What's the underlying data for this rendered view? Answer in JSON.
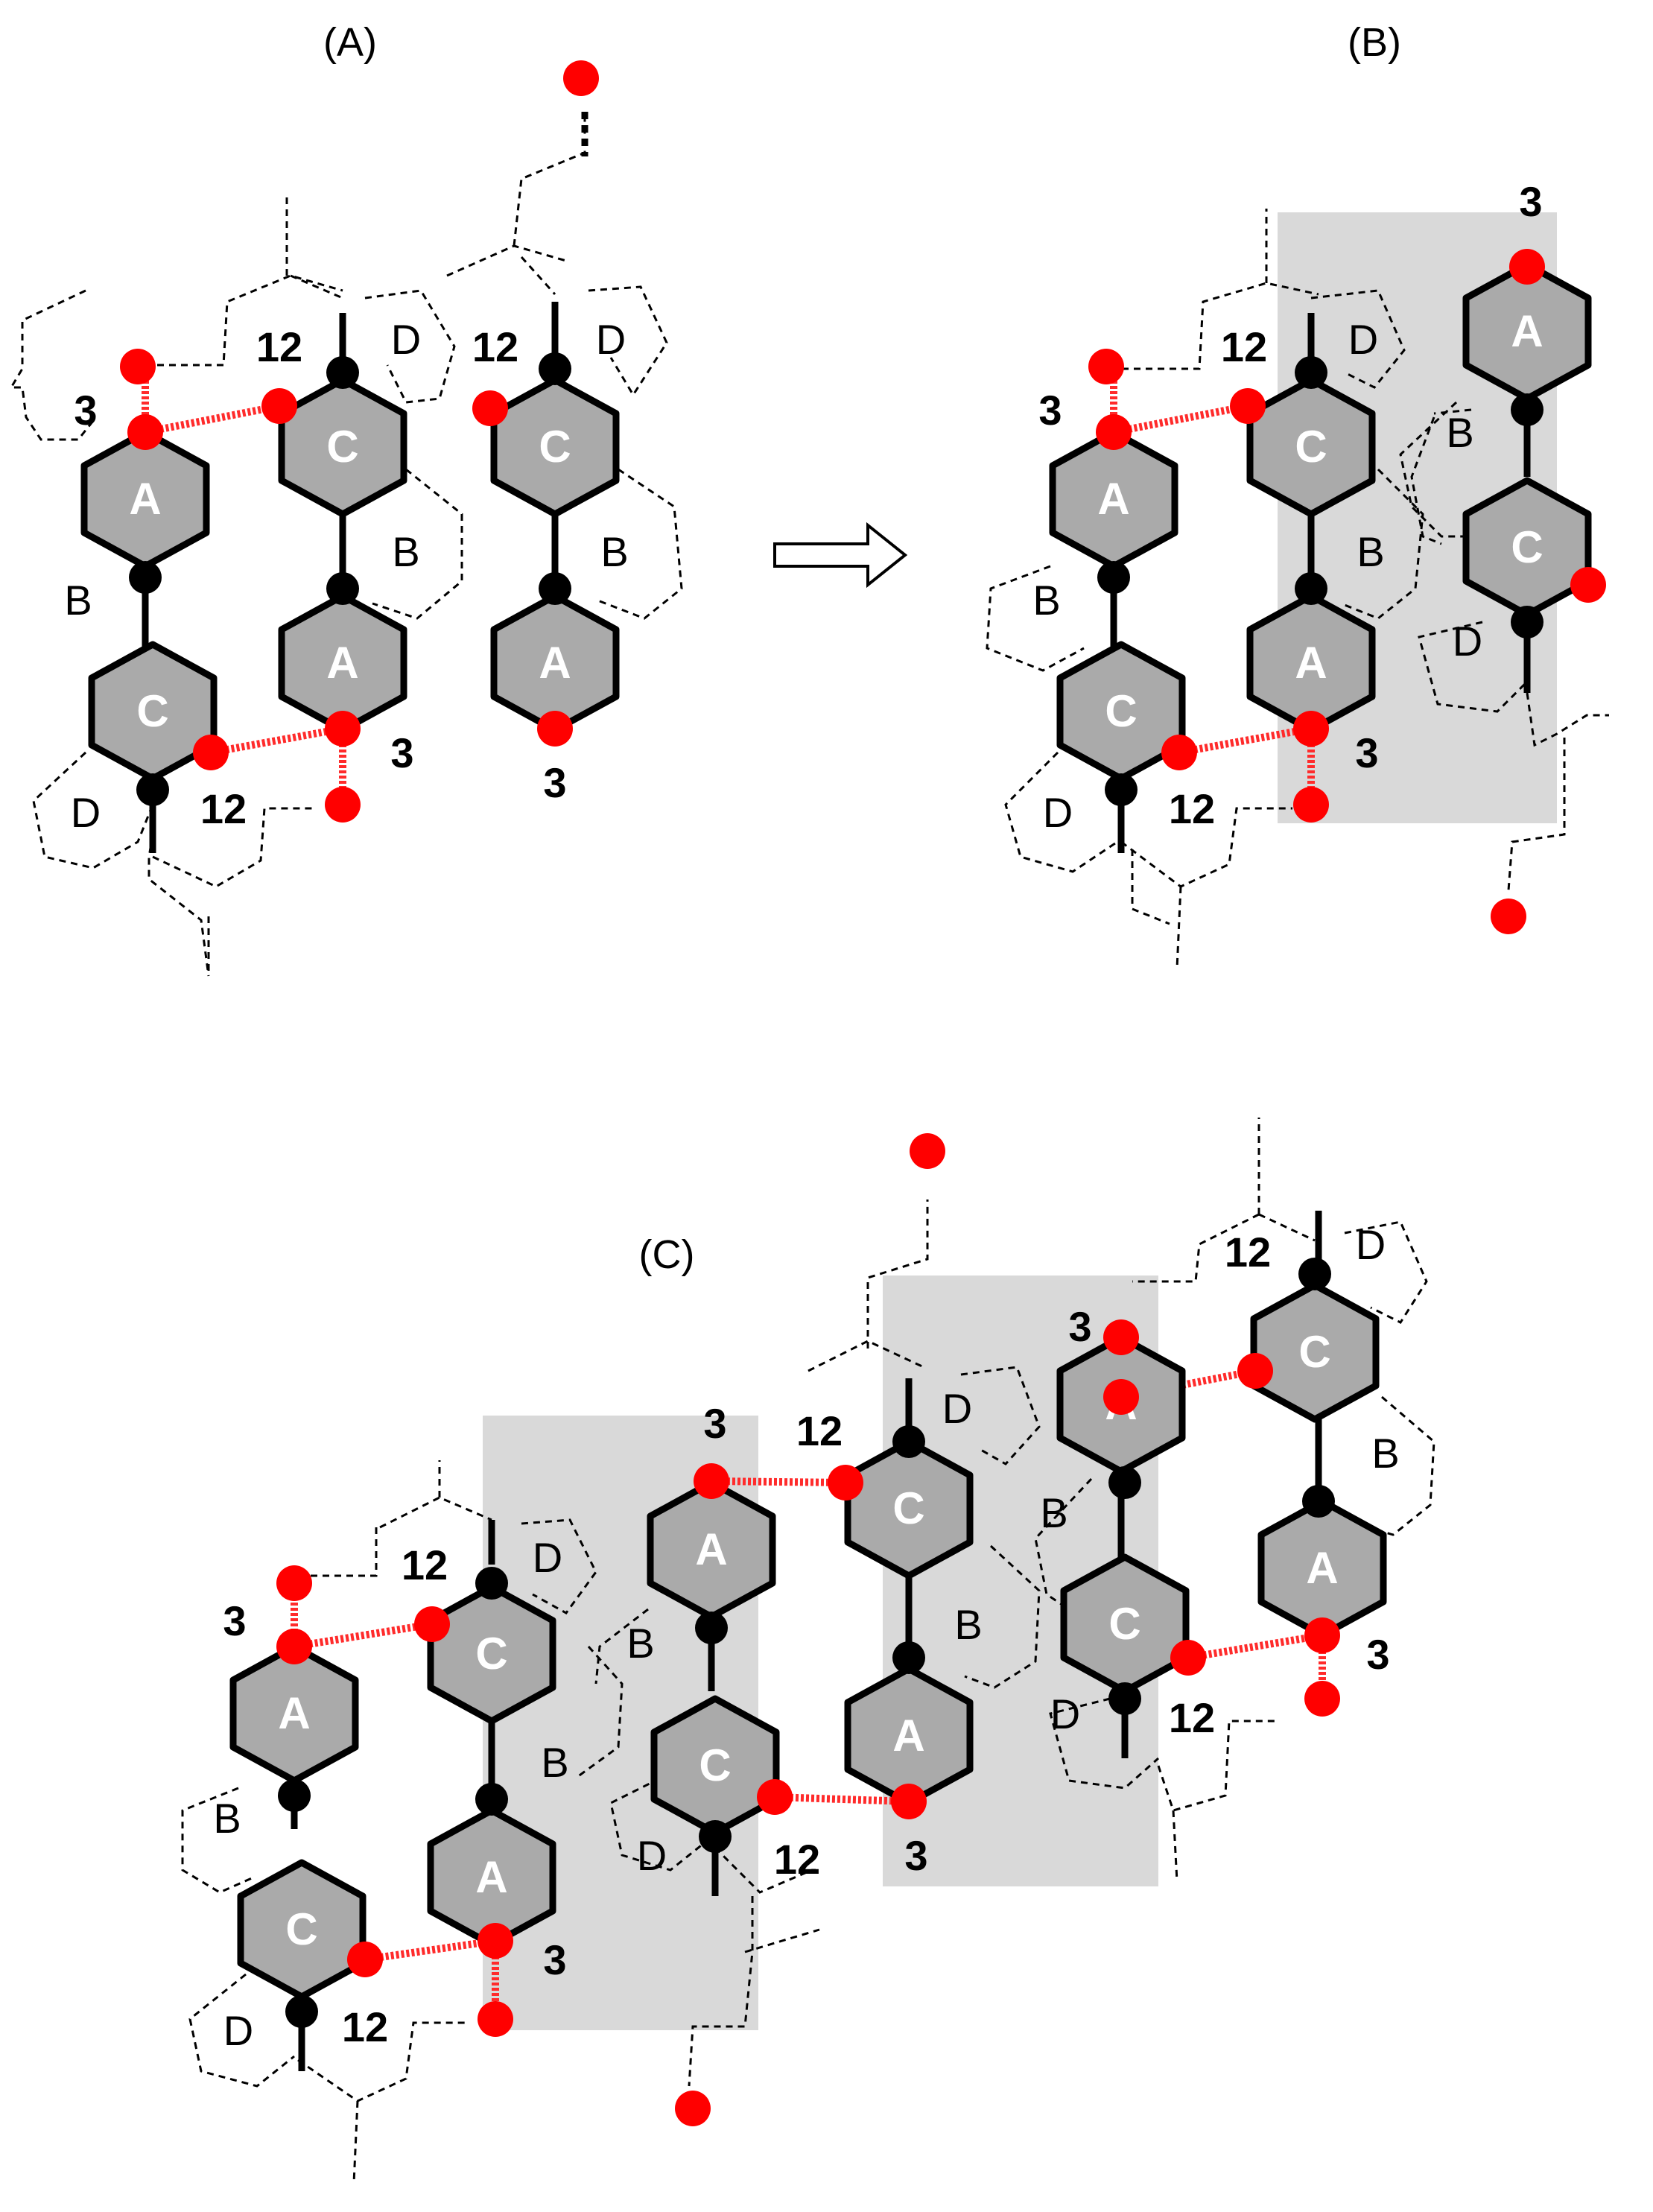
{
  "panels": {
    "a": {
      "title": "(A)"
    },
    "b": {
      "title": "(B)"
    },
    "c": {
      "title": "(C)"
    }
  },
  "rings": {
    "a": "A",
    "b": "B",
    "c": "C",
    "d": "D"
  },
  "positions": {
    "p3": "3",
    "p12": "12"
  },
  "legend_colors": {
    "oxygen": "#ff0000",
    "carbon_bond": "#000000",
    "ring_fill": "#aaaaaa",
    "shaded_region": "#d9d9d9"
  }
}
